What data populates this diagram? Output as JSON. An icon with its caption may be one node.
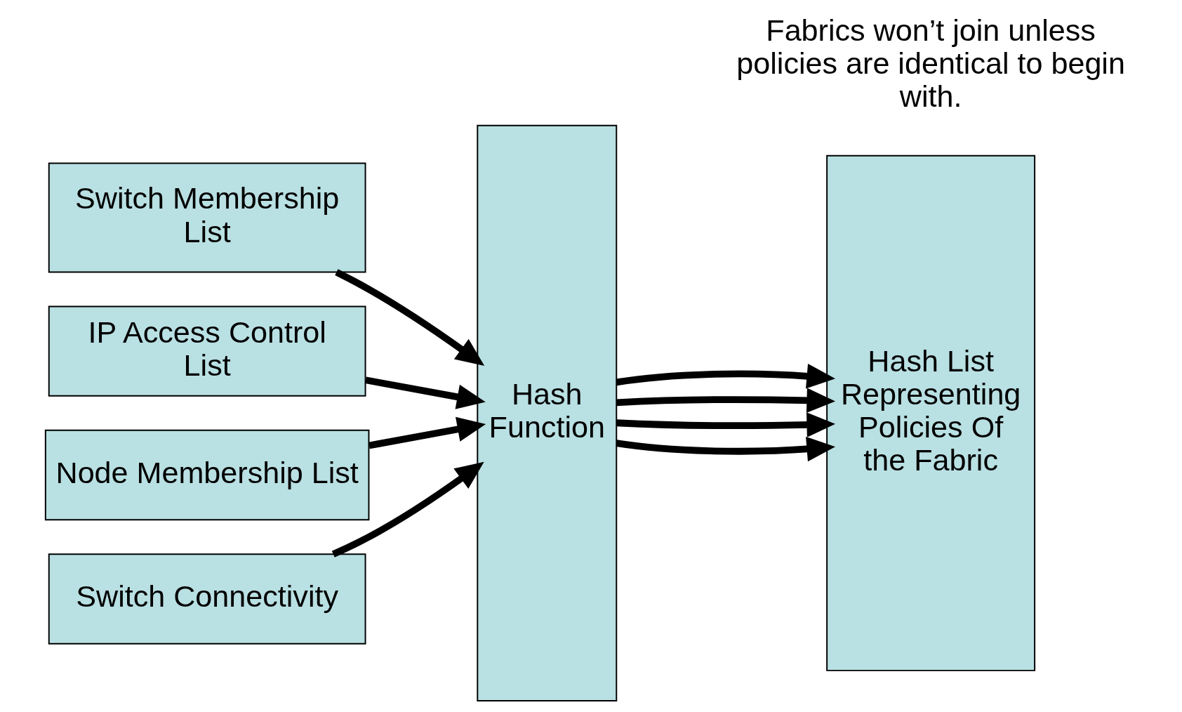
{
  "diagram": {
    "nodes": [
      {
        "text": [
          "Switch Membership List"
        ]
      },
      {
        "text": [
          "IP Access Control List"
        ]
      },
      {
        "text": [
          "Node Membership List"
        ]
      },
      {
        "text": [
          "Switch Connectivity"
        ]
      },
      {
        "text": [
          "Hash Function"
        ]
      },
      {
        "text": [
          "Hash List Representing Policies Of the Fabric"
        ]
      }
    ],
    "edges": [
      {
        "from": 0,
        "to": 4,
        "arrow": "to"
      },
      {
        "from": 1,
        "to": 4,
        "arrow": "to"
      },
      {
        "from": 2,
        "to": 4,
        "arrow": "to"
      },
      {
        "from": 3,
        "to": 4,
        "arrow": "to"
      },
      {
        "from": 4,
        "to": 5,
        "arrow": "to"
      },
      {
        "from": 4,
        "to": 5,
        "arrow": "to"
      },
      {
        "from": 4,
        "to": 5,
        "arrow": "to"
      },
      {
        "from": 4,
        "to": 5,
        "arrow": "to"
      }
    ],
    "labels": [
      "Fabrics won’t join unless policies are identical to begin with."
    ]
  }
}
